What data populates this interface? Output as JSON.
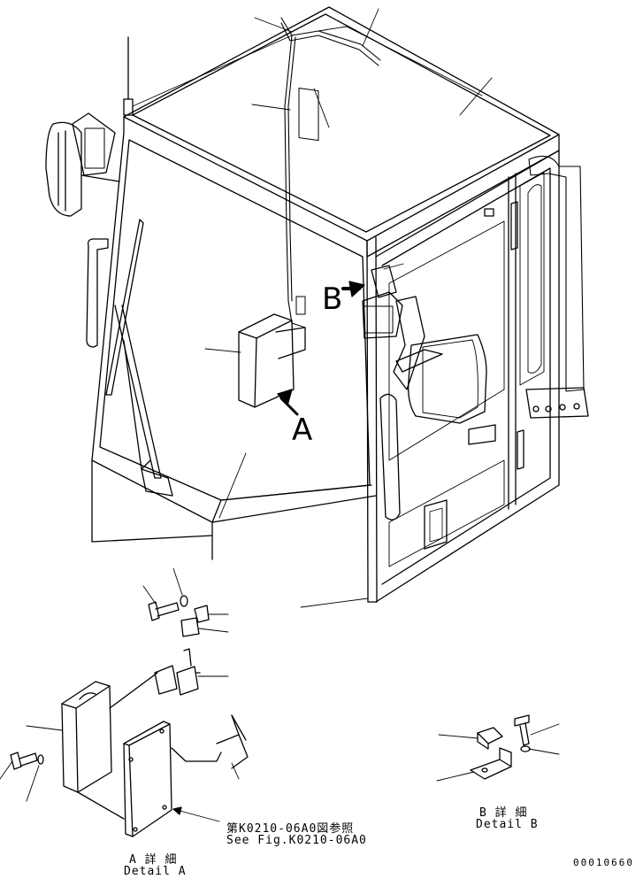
{
  "callouts": {
    "a": "A",
    "b": "B"
  },
  "detail_a": {
    "jp": "A 詳 細",
    "en": "Detail A"
  },
  "detail_b": {
    "jp": "B 詳 細",
    "en": "Detail B"
  },
  "reference": {
    "jp": "第K0210-06A0図参照",
    "en": "See Fig.K0210-06A0"
  },
  "drawing_number": "00010660"
}
